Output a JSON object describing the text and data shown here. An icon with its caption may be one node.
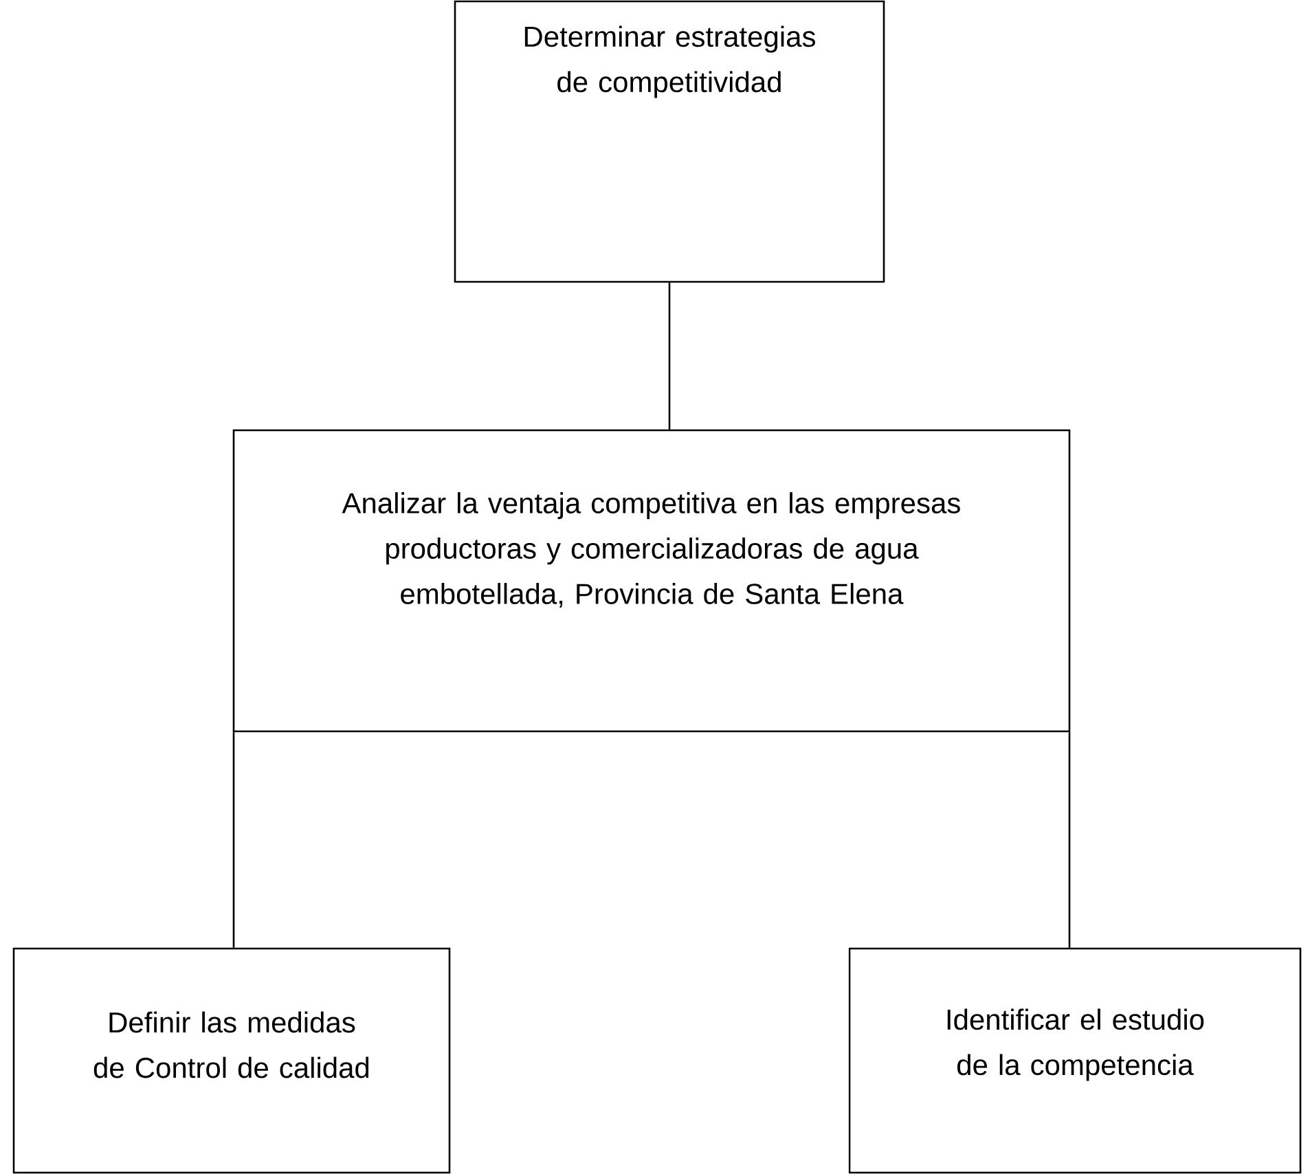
{
  "diagram": {
    "nodes": [
      {
        "text": [
          "Determinar estrategias de competitividad"
        ]
      },
      {
        "text": [
          "Analizar la ventaja  competitiva en las empresas productoras y comercializadoras de agua embotellada, Provincia de Santa Elena"
        ]
      },
      {
        "text": [
          "Definir las medidas de Control de calidad"
        ]
      },
      {
        "text": [
          "Identificar el estudio de la competencia"
        ]
      }
    ],
    "edges": [
      {
        "from": 0,
        "to": 1,
        "arrow": "none"
      },
      {
        "from": 1,
        "to": 2,
        "arrow": "none"
      },
      {
        "from": 1,
        "to": 3,
        "arrow": "none"
      }
    ]
  }
}
